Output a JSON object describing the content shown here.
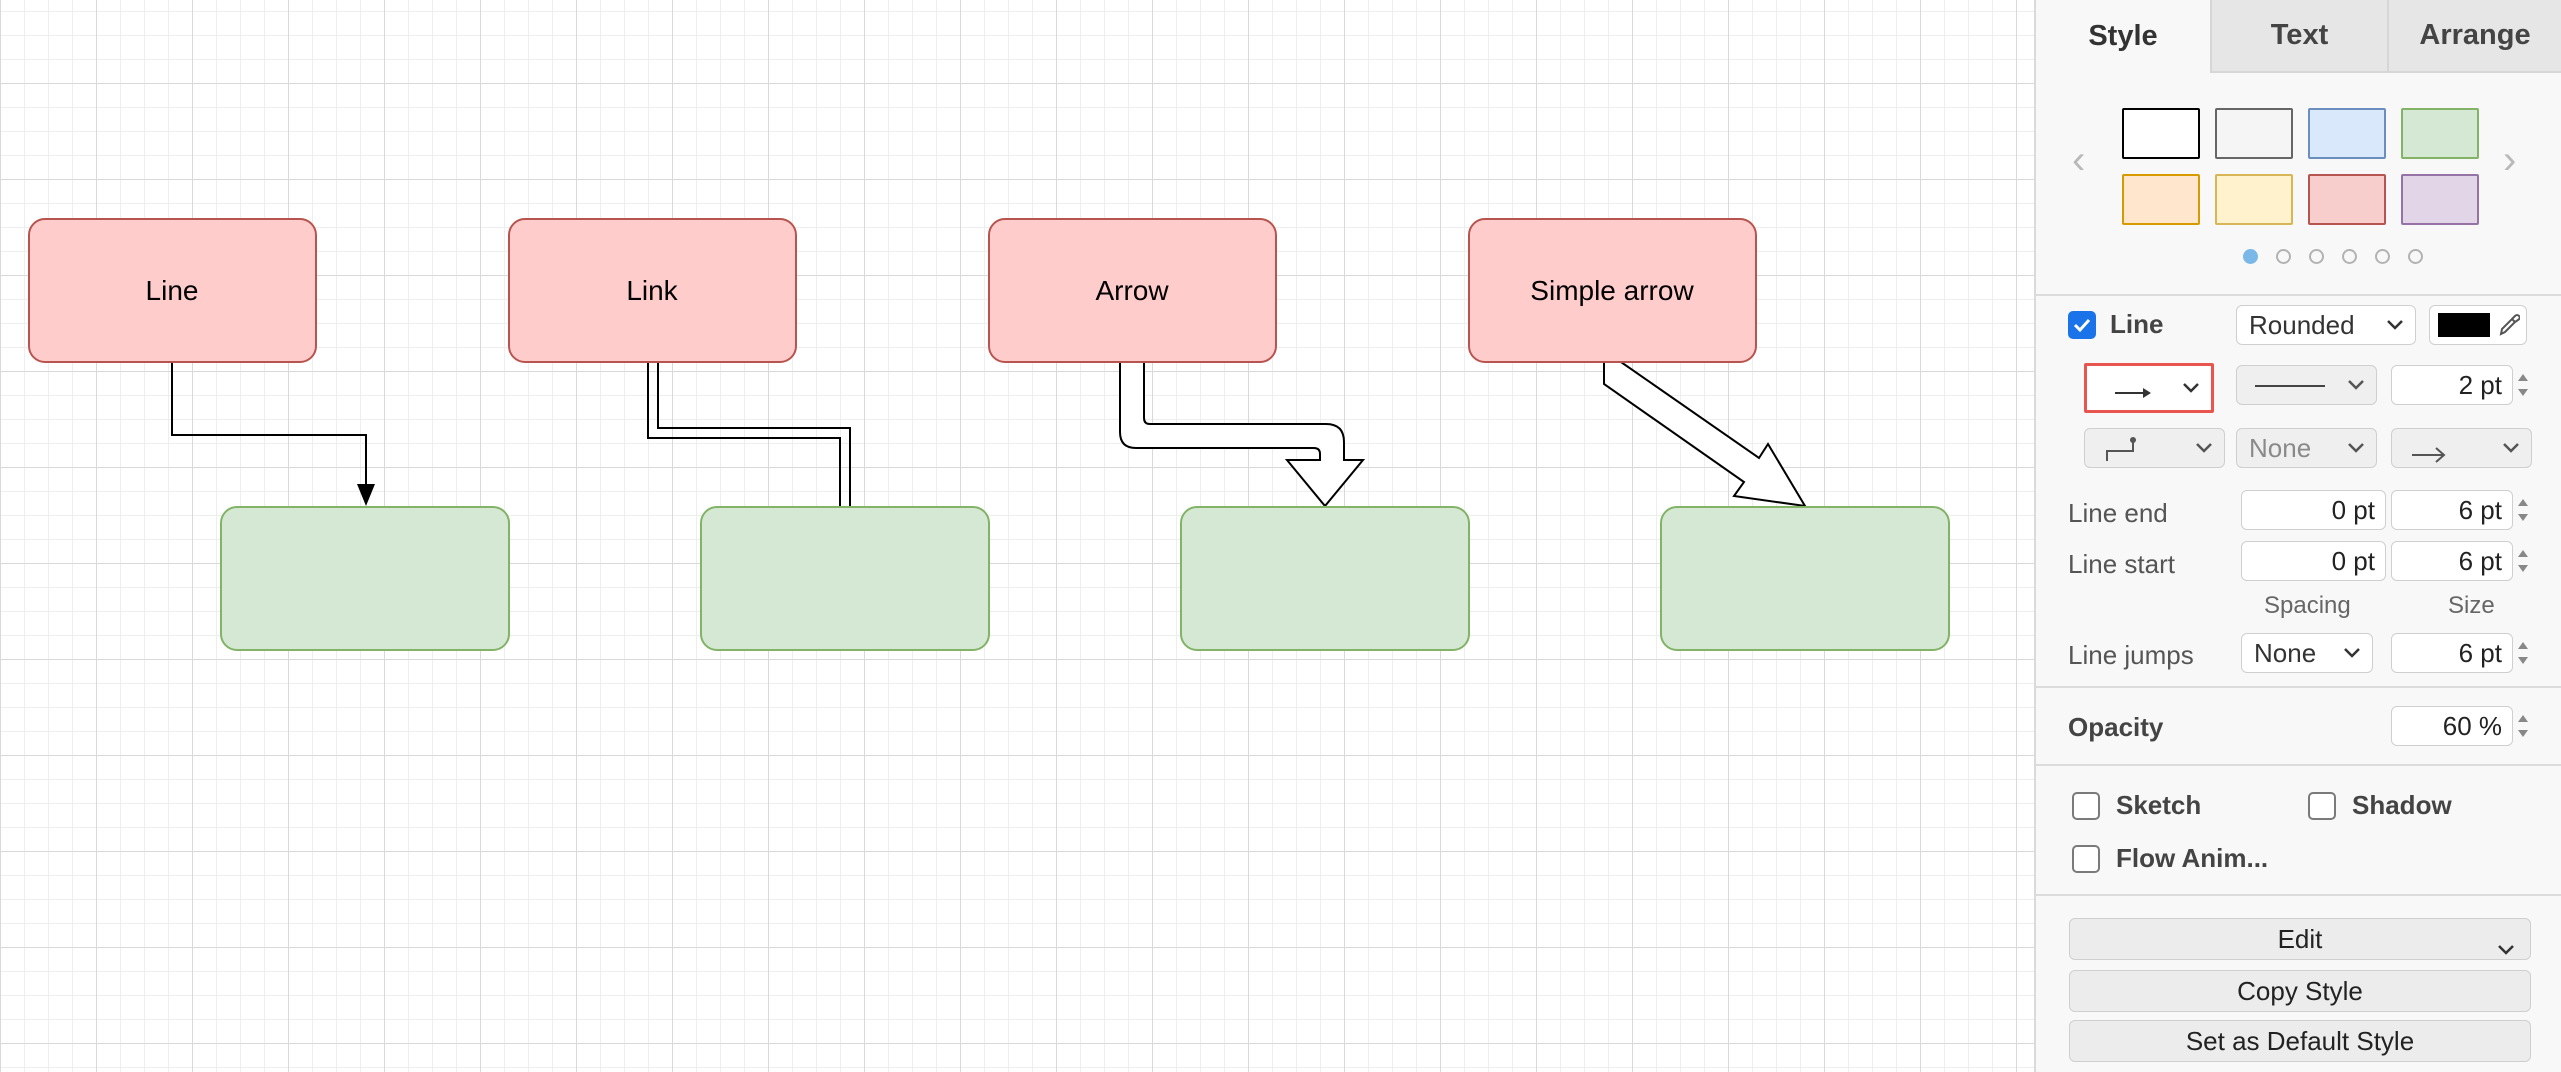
{
  "diagram": {
    "shapes": [
      {
        "label": "Line"
      },
      {
        "label": "Link"
      },
      {
        "label": "Arrow"
      },
      {
        "label": "Simple arrow"
      }
    ],
    "colors": {
      "source_fill": "#ffcccc",
      "source_stroke": "#b85450",
      "target_fill": "#d5e8d4",
      "target_stroke": "#82b366"
    }
  },
  "sidebar": {
    "tabs": [
      {
        "label": "Style",
        "active": true
      },
      {
        "label": "Text",
        "active": false
      },
      {
        "label": "Arrange",
        "active": false
      }
    ],
    "swatches": [
      {
        "fill": "#ffffff",
        "stroke": "#000000"
      },
      {
        "fill": "#f5f5f5",
        "stroke": "#666666"
      },
      {
        "fill": "#dae8fc",
        "stroke": "#6c8ebf"
      },
      {
        "fill": "#d5e8d4",
        "stroke": "#82b366"
      },
      {
        "fill": "#ffe6cc",
        "stroke": "#d79b00"
      },
      {
        "fill": "#fff2cc",
        "stroke": "#d6b656"
      },
      {
        "fill": "#f8cecc",
        "stroke": "#b85450"
      },
      {
        "fill": "#e1d5e7",
        "stroke": "#9673a6"
      }
    ],
    "swatch_page": 1,
    "swatch_pages": 6,
    "line": {
      "label": "Line",
      "checked": true,
      "style_value": "Rounded",
      "color": "#000000",
      "width_value": "2 pt",
      "waypoints_value": "None"
    },
    "line_end": {
      "label": "Line end",
      "spacing": "0 pt",
      "size": "6 pt"
    },
    "line_start": {
      "label": "Line start",
      "spacing": "0 pt",
      "size": "6 pt"
    },
    "col_headers": {
      "spacing": "Spacing",
      "size": "Size"
    },
    "line_jumps": {
      "label": "Line jumps",
      "value": "None",
      "size": "6 pt"
    },
    "opacity": {
      "label": "Opacity",
      "value": "60 %"
    },
    "options": {
      "sketch": {
        "label": "Sketch",
        "checked": false
      },
      "shadow": {
        "label": "Shadow",
        "checked": false
      },
      "flow": {
        "label": "Flow Anim...",
        "checked": false
      }
    },
    "buttons": {
      "edit": "Edit",
      "copy_style": "Copy Style",
      "set_default": "Set as Default Style"
    },
    "highlight_color": "#e8554e"
  }
}
